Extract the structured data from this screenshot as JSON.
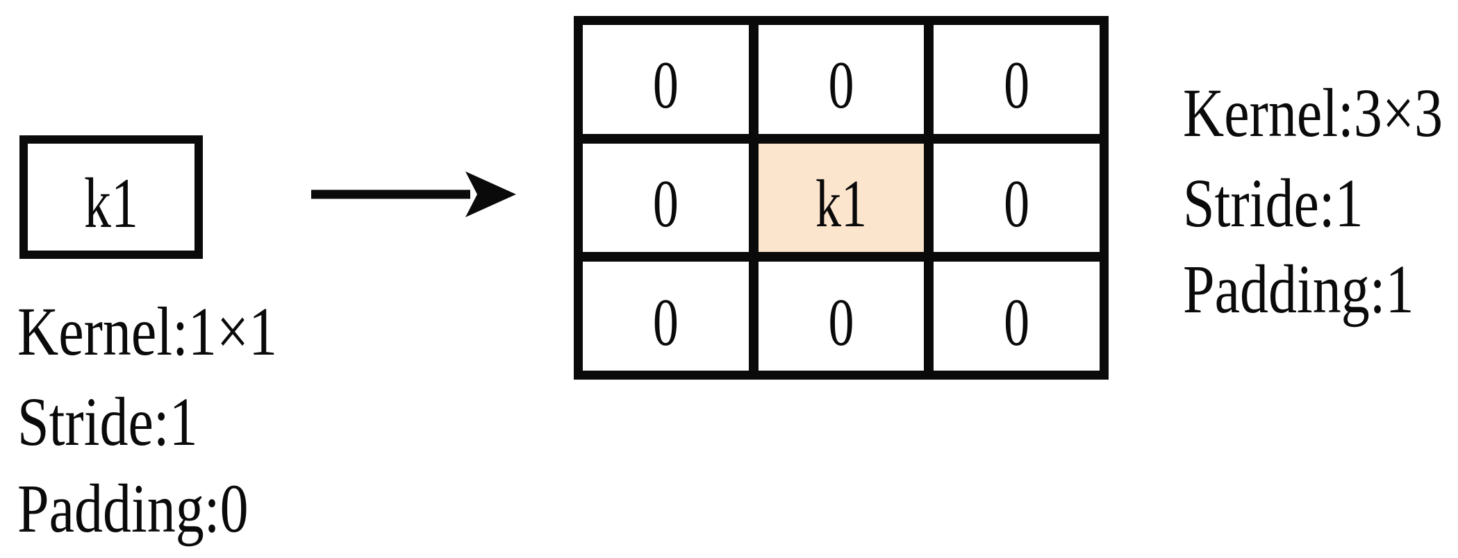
{
  "colors": {
    "stroke": "#0a0a0a",
    "background": "#ffffff",
    "highlight": "#fce5cd"
  },
  "source_kernel": {
    "box_label": "k1",
    "params": [
      "Kernel:1×1",
      "Stride:1",
      "Padding:0"
    ]
  },
  "arrow": {
    "direction": "right"
  },
  "expanded_kernel": {
    "grid": [
      [
        "0",
        "0",
        "0"
      ],
      [
        "0",
        "k1",
        "0"
      ],
      [
        "0",
        "0",
        "0"
      ]
    ],
    "highlight_cell": {
      "row": 1,
      "col": 1
    },
    "params": [
      "Kernel:3×3",
      "Stride:1",
      "Padding:1"
    ]
  }
}
